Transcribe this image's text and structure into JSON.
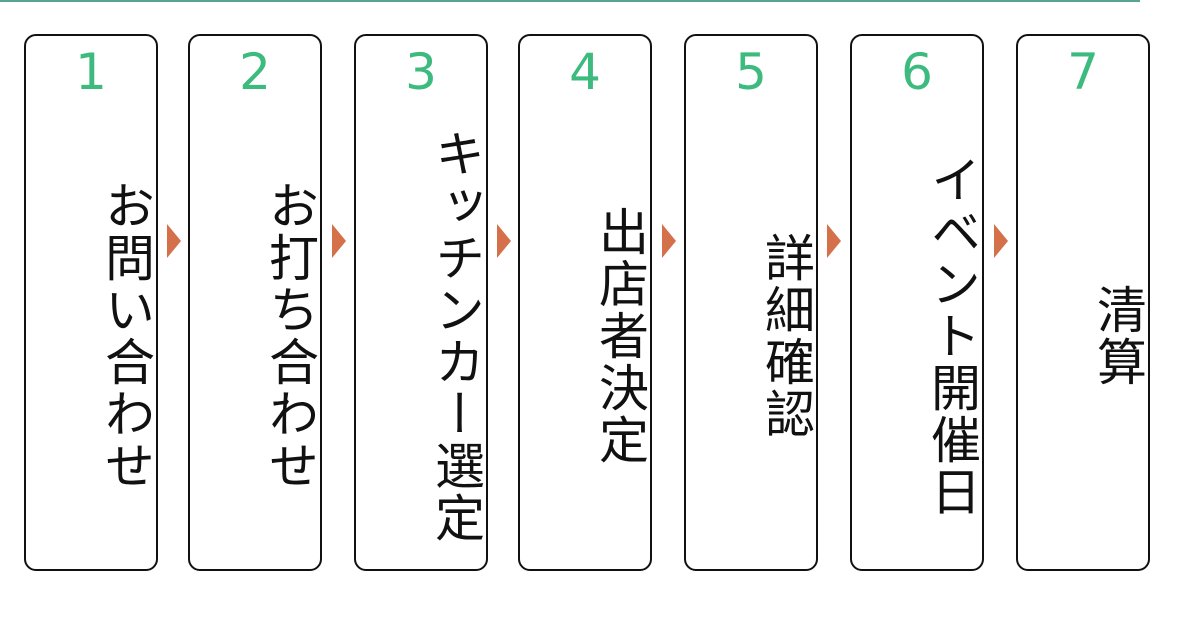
{
  "steps": [
    {
      "number": "1",
      "label": "お問い合わせ"
    },
    {
      "number": "2",
      "label": "お打ち合わせ"
    },
    {
      "number": "3",
      "label": "キッチンカー選定"
    },
    {
      "number": "4",
      "label": "出店者決定"
    },
    {
      "number": "5",
      "label": "詳細確認"
    },
    {
      "number": "6",
      "label": "イベント開催日"
    },
    {
      "number": "7",
      "label": "清算"
    }
  ],
  "colors": {
    "number": "#3dbb7f",
    "arrow": "#d4704a",
    "rule": "#5aa394",
    "border": "#111111"
  }
}
